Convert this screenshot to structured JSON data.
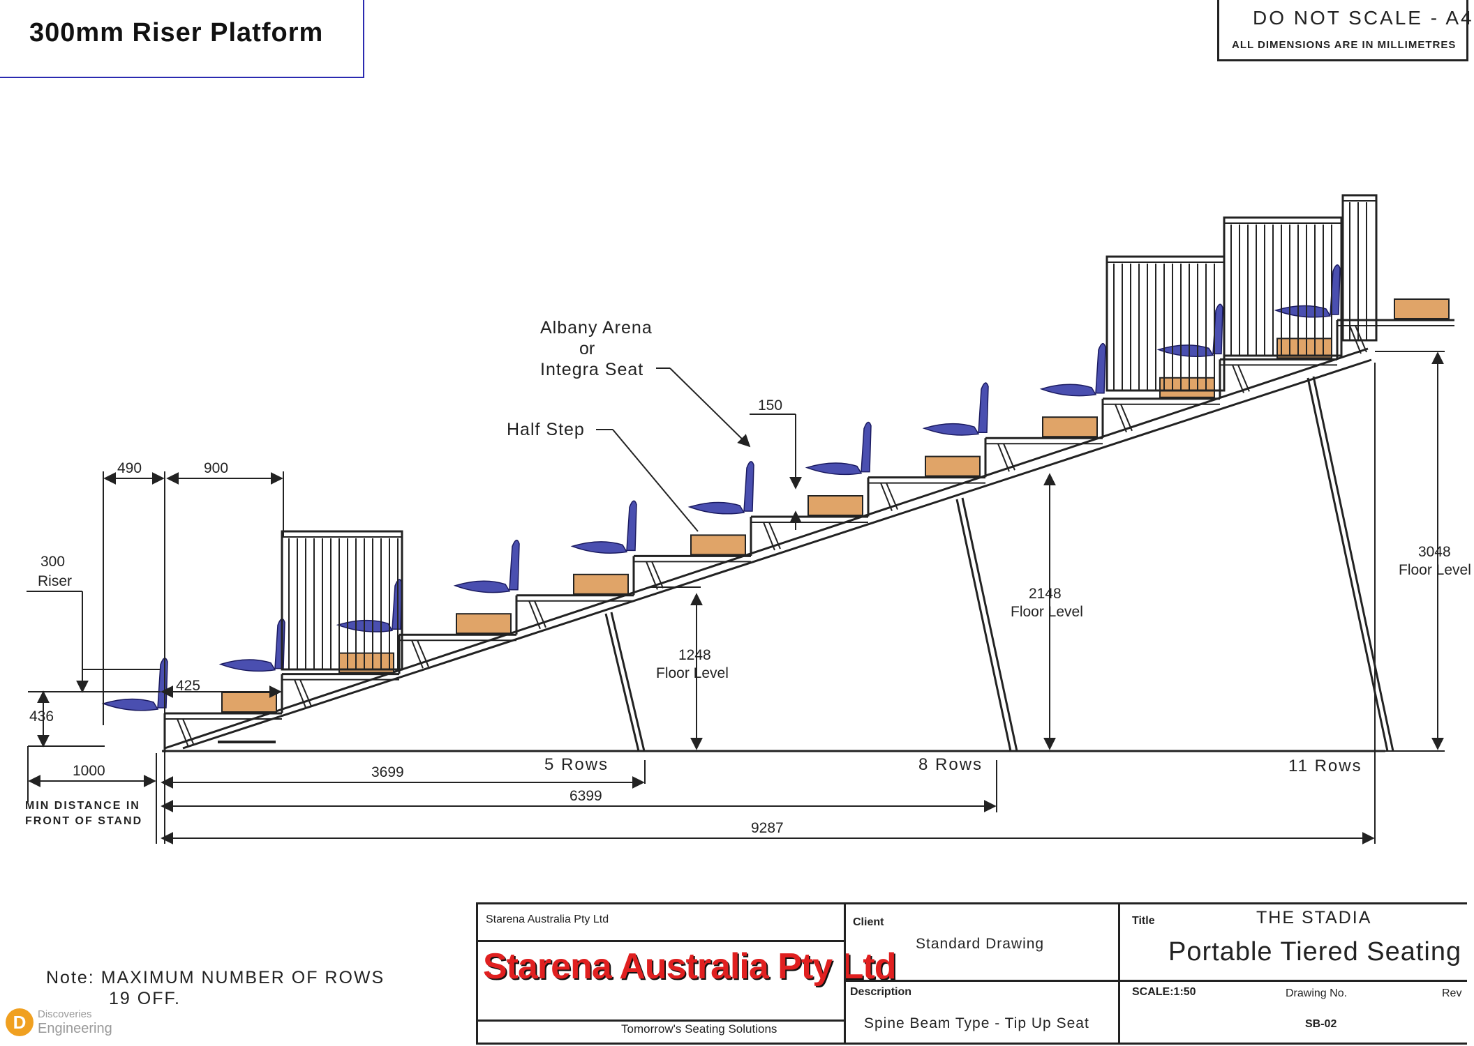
{
  "header": {
    "title": "300mm Riser Platform",
    "scale_note": "DO NOT SCALE - A4",
    "dimensions_note": "ALL DIMENSIONS ARE IN MILLIMETRES"
  },
  "labels": {
    "seat_callout_1": "Albany Arena",
    "seat_callout_2": "or",
    "seat_callout_3": "Integra Seat",
    "half_step": "Half Step",
    "riser_value": "300",
    "riser_label": "Riser",
    "dim_490": "490",
    "dim_900": "900",
    "dim_150": "150",
    "dim_425": "425",
    "dim_436": "436",
    "dim_1000": "1000",
    "min_distance_1": "MIN DISTANCE IN",
    "min_distance_2": "FRONT OF STAND",
    "dim_3699": "3699",
    "dim_6399": "6399",
    "dim_9287": "9287",
    "rows_5": "5 Rows",
    "rows_8": "8 Rows",
    "rows_11": "11 Rows",
    "fl_1248": "1248",
    "fl_2148": "2148",
    "fl_3048": "3048",
    "floor_level": "Floor Level"
  },
  "note": {
    "line1": "Note:  MAXIMUM NUMBER OF ROWS",
    "line2": "19 OFF."
  },
  "title_block": {
    "company_small": "Starena Australia Pty Ltd",
    "company_logo": "Starena Australia Pty Ltd",
    "tagline": "Tomorrow's Seating Solutions",
    "client_label": "Client",
    "client_value": "Standard Drawing",
    "description_label": "Description",
    "description_value": "Spine Beam Type - Tip Up Seat",
    "title_label": "Title",
    "title_value_1": "THE STADIA",
    "title_value_2": "Portable Tiered Seating",
    "scale_label": "SCALE:1:50",
    "drawing_no_label": "Drawing No.",
    "drawing_no_value": "SB-02",
    "rev_label": "Rev"
  },
  "watermark": {
    "line1": "Discoveries",
    "line2": "Engineering"
  },
  "colors": {
    "seat": "#4a4fb0",
    "step": "#e0a468",
    "logo_red": "#e02020",
    "line": "#222222",
    "title_border": "#2a2ab0"
  }
}
